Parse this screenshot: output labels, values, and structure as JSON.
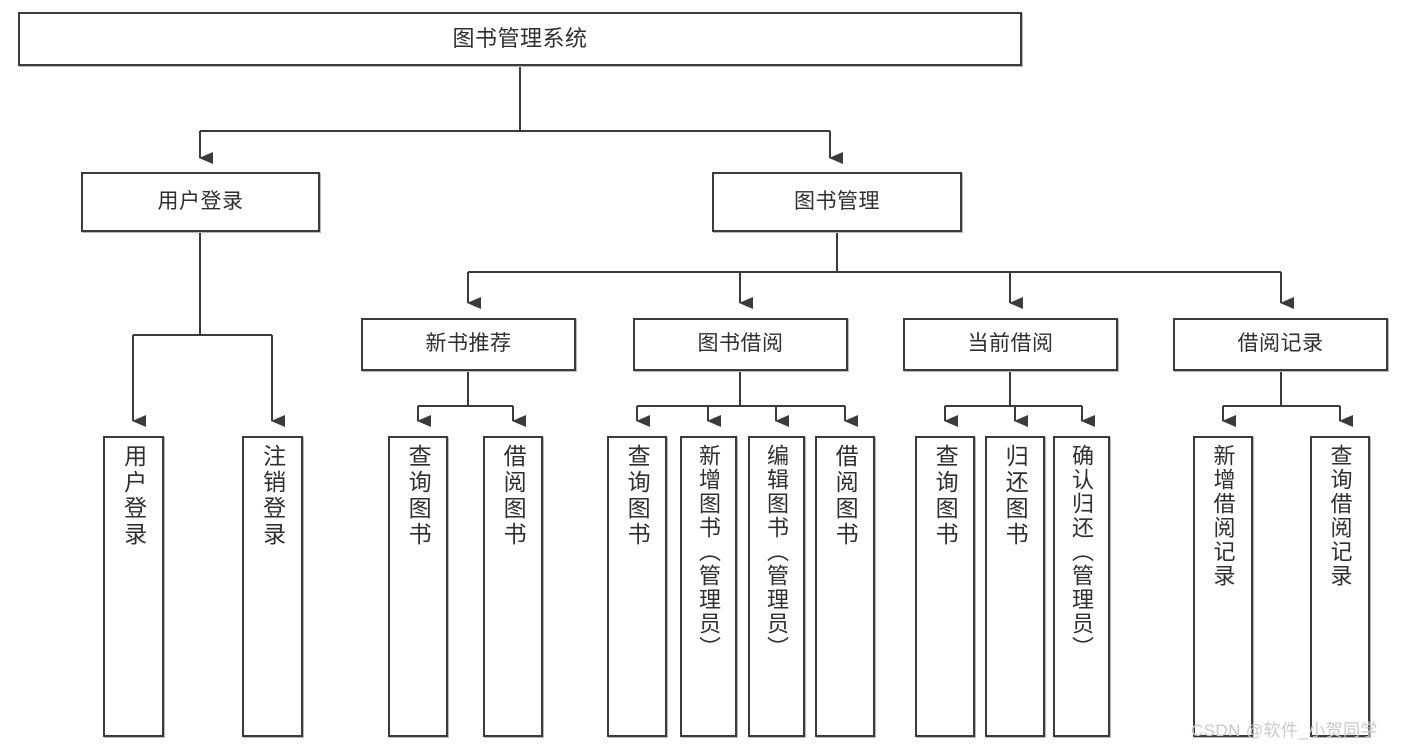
{
  "diagram": {
    "type": "tree",
    "title": "图书管理系统",
    "watermark": "CSDN @软件_小贺同学",
    "colors": {
      "box_border": "#3b3b3b",
      "box_fill": "#ffffff",
      "connector": "#3b3b3b",
      "text": "#2f2f2f",
      "watermark": "#c9c9c9"
    },
    "nodes": {
      "root": {
        "label": "图书管理系统"
      },
      "level1": [
        {
          "id": "user-login",
          "label": "用户登录"
        },
        {
          "id": "book-management",
          "label": "图书管理"
        }
      ],
      "level2": [
        {
          "id": "new-book-recommend",
          "label": "新书推荐"
        },
        {
          "id": "book-borrow",
          "label": "图书借阅"
        },
        {
          "id": "current-borrow",
          "label": "当前借阅"
        },
        {
          "id": "borrow-record",
          "label": "借阅记录"
        }
      ],
      "leaves": {
        "user-login": [
          {
            "id": "leaf-user-login",
            "label": "用户登录"
          },
          {
            "id": "leaf-logout-login",
            "label": "注销登录"
          }
        ],
        "new-book-recommend": [
          {
            "id": "leaf-query-book-1",
            "label": "查询图书"
          },
          {
            "id": "leaf-borrow-book-1",
            "label": "借阅图书"
          }
        ],
        "book-borrow": [
          {
            "id": "leaf-query-book-2",
            "label": "查询图书"
          },
          {
            "id": "leaf-add-book",
            "label": "新增图书（管理员）"
          },
          {
            "id": "leaf-edit-book",
            "label": "编辑图书（管理员）"
          },
          {
            "id": "leaf-borrow-book-2",
            "label": "借阅图书"
          }
        ],
        "current-borrow": [
          {
            "id": "leaf-query-book-3",
            "label": "查询图书"
          },
          {
            "id": "leaf-return-book",
            "label": "归还图书"
          },
          {
            "id": "leaf-confirm-return",
            "label": "确认归还（管理员）"
          }
        ],
        "borrow-record": [
          {
            "id": "leaf-add-borrow-record",
            "label": "新增借阅记录"
          },
          {
            "id": "leaf-query-borrow-record",
            "label": "查询借阅记录"
          }
        ]
      }
    }
  }
}
